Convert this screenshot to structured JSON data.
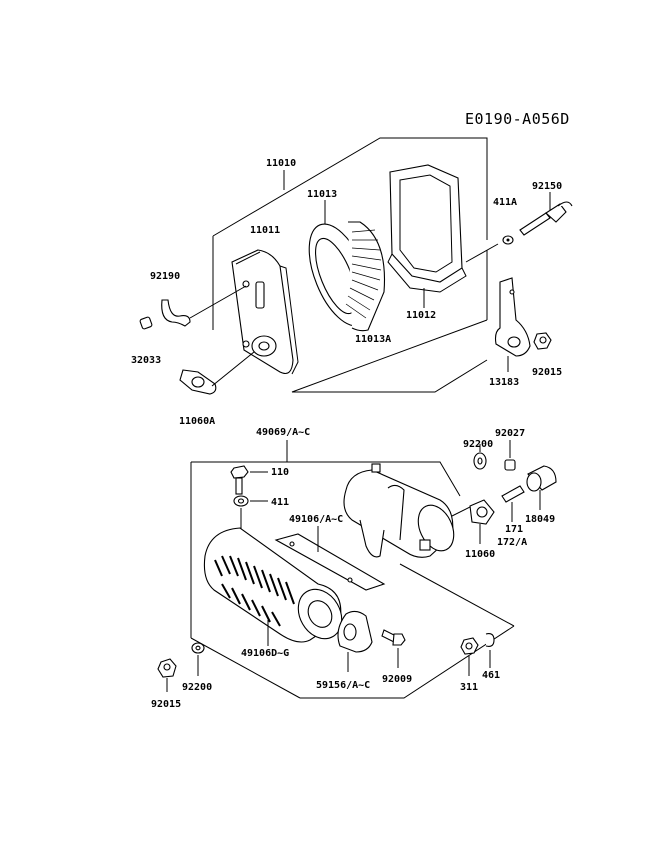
{
  "diagram_code": "E0190-A056D",
  "labels": {
    "p11010": "11010",
    "p11013": "11013",
    "p11011": "11011",
    "p92190": "92190",
    "p32033": "32033",
    "p11060A": "11060A",
    "p11013A": "11013A",
    "p11012": "11012",
    "p411A": "411A",
    "p92150": "92150",
    "p13183": "13183",
    "p92015a": "92015",
    "p49069": "49069/A~C",
    "p110": "110",
    "p411": "411",
    "p49106": "49106/A~C",
    "p49106D": "49106D~G",
    "p92200a": "92200",
    "p92015b": "92015",
    "p59156": "59156/A~C",
    "p92009": "92009",
    "p311": "311",
    "p461": "461",
    "p92200b": "92200",
    "p92027": "92027",
    "p171": "171",
    "p172": "172/A",
    "p11060": "11060",
    "p18049": "18049"
  }
}
